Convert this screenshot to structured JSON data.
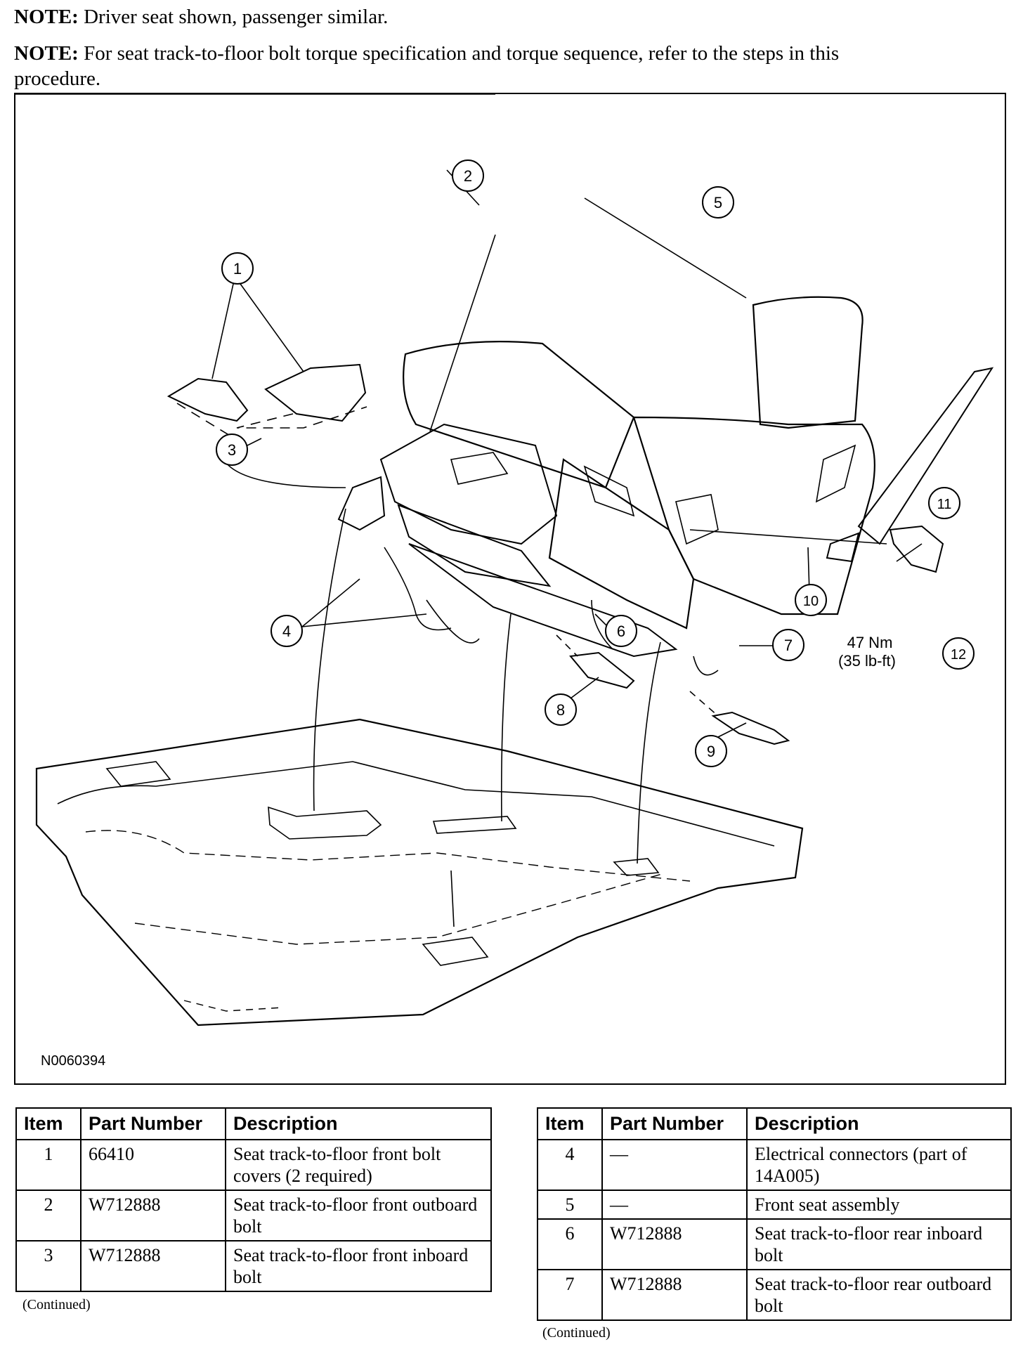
{
  "notes": [
    {
      "label": "NOTE:",
      "text": " Driver seat shown, passenger similar."
    },
    {
      "label": "NOTE:",
      "text": " For seat track-to-floor bolt torque specification and torque sequence, refer to the steps in this procedure."
    }
  ],
  "figure": {
    "id": "N0060394",
    "callouts": [
      "1",
      "2",
      "3",
      "4",
      "5",
      "6",
      "7",
      "8",
      "9",
      "10",
      "11",
      "12"
    ],
    "torque_nm": "47 Nm",
    "torque_lbft": "(35 lb-ft)"
  },
  "table_headers": {
    "item": "Item",
    "part_number": "Part Number",
    "description": "Description"
  },
  "table_left": [
    {
      "item": "1",
      "part": "66410",
      "desc": "Seat track-to-floor front bolt covers (2 required)"
    },
    {
      "item": "2",
      "part": "W712888",
      "desc": "Seat track-to-floor front outboard bolt"
    },
    {
      "item": "3",
      "part": "W712888",
      "desc": "Seat track-to-floor front inboard bolt"
    }
  ],
  "table_right": [
    {
      "item": "4",
      "part": "—",
      "desc": "Electrical connectors (part of 14A005)"
    },
    {
      "item": "5",
      "part": "—",
      "desc": "Front seat assembly"
    },
    {
      "item": "6",
      "part": "W712888",
      "desc": "Seat track-to-floor rear inboard bolt"
    },
    {
      "item": "7",
      "part": "W712888",
      "desc": "Seat track-to-floor rear outboard bolt"
    }
  ],
  "continued": "(Continued)"
}
